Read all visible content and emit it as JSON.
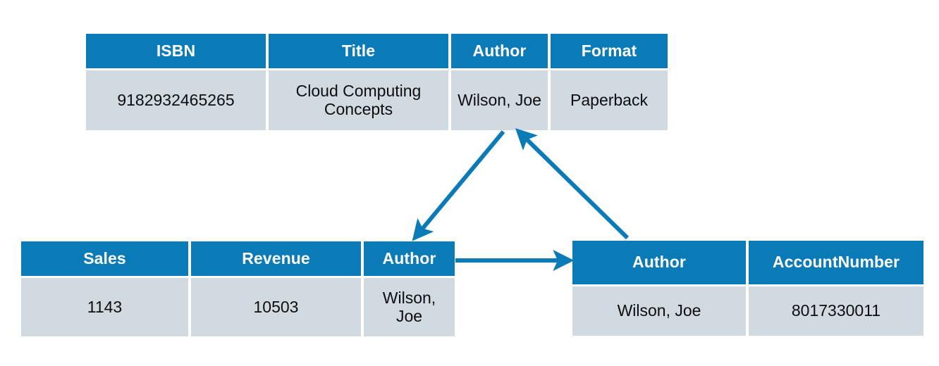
{
  "diagram": {
    "title": "Database table relationship diagram",
    "accent_color": "#0B7BB8",
    "cell_color": "#D2DAE1",
    "header_text_color": "#FFFFFF",
    "body_text_color": "#0D0D0D",
    "background_color": "#FFFFFF"
  },
  "tables": {
    "book": {
      "name": "book-table",
      "columns": [
        "ISBN",
        "Title",
        "Author",
        "Format"
      ],
      "rows": [
        [
          "9182932465265",
          "Cloud Computing Concepts",
          "Wilson, Joe",
          "Paperback"
        ]
      ]
    },
    "sales": {
      "name": "sales-table",
      "columns": [
        "Sales",
        "Revenue",
        "Author"
      ],
      "rows": [
        [
          "1143",
          "10503",
          "Wilson, Joe"
        ]
      ]
    },
    "account": {
      "name": "account-table",
      "columns": [
        "Author",
        "AccountNumber"
      ],
      "rows": [
        [
          "Wilson, Joe",
          "8017330011"
        ]
      ]
    }
  },
  "connectors": [
    {
      "id": "book-author-to-sales-author",
      "from": "book.Author",
      "to": "sales.Author",
      "direction": "down-left",
      "arrowhead": "end",
      "color": "#0B7BB8"
    },
    {
      "id": "account-author-to-book-author",
      "from": "account.Author",
      "to": "book.Author",
      "direction": "up-left",
      "arrowhead": "end",
      "color": "#0B7BB8"
    },
    {
      "id": "sales-author-to-account-author",
      "from": "sales.Author",
      "to": "account.Author",
      "direction": "right",
      "arrowhead": "end",
      "color": "#0B7BB8"
    }
  ]
}
